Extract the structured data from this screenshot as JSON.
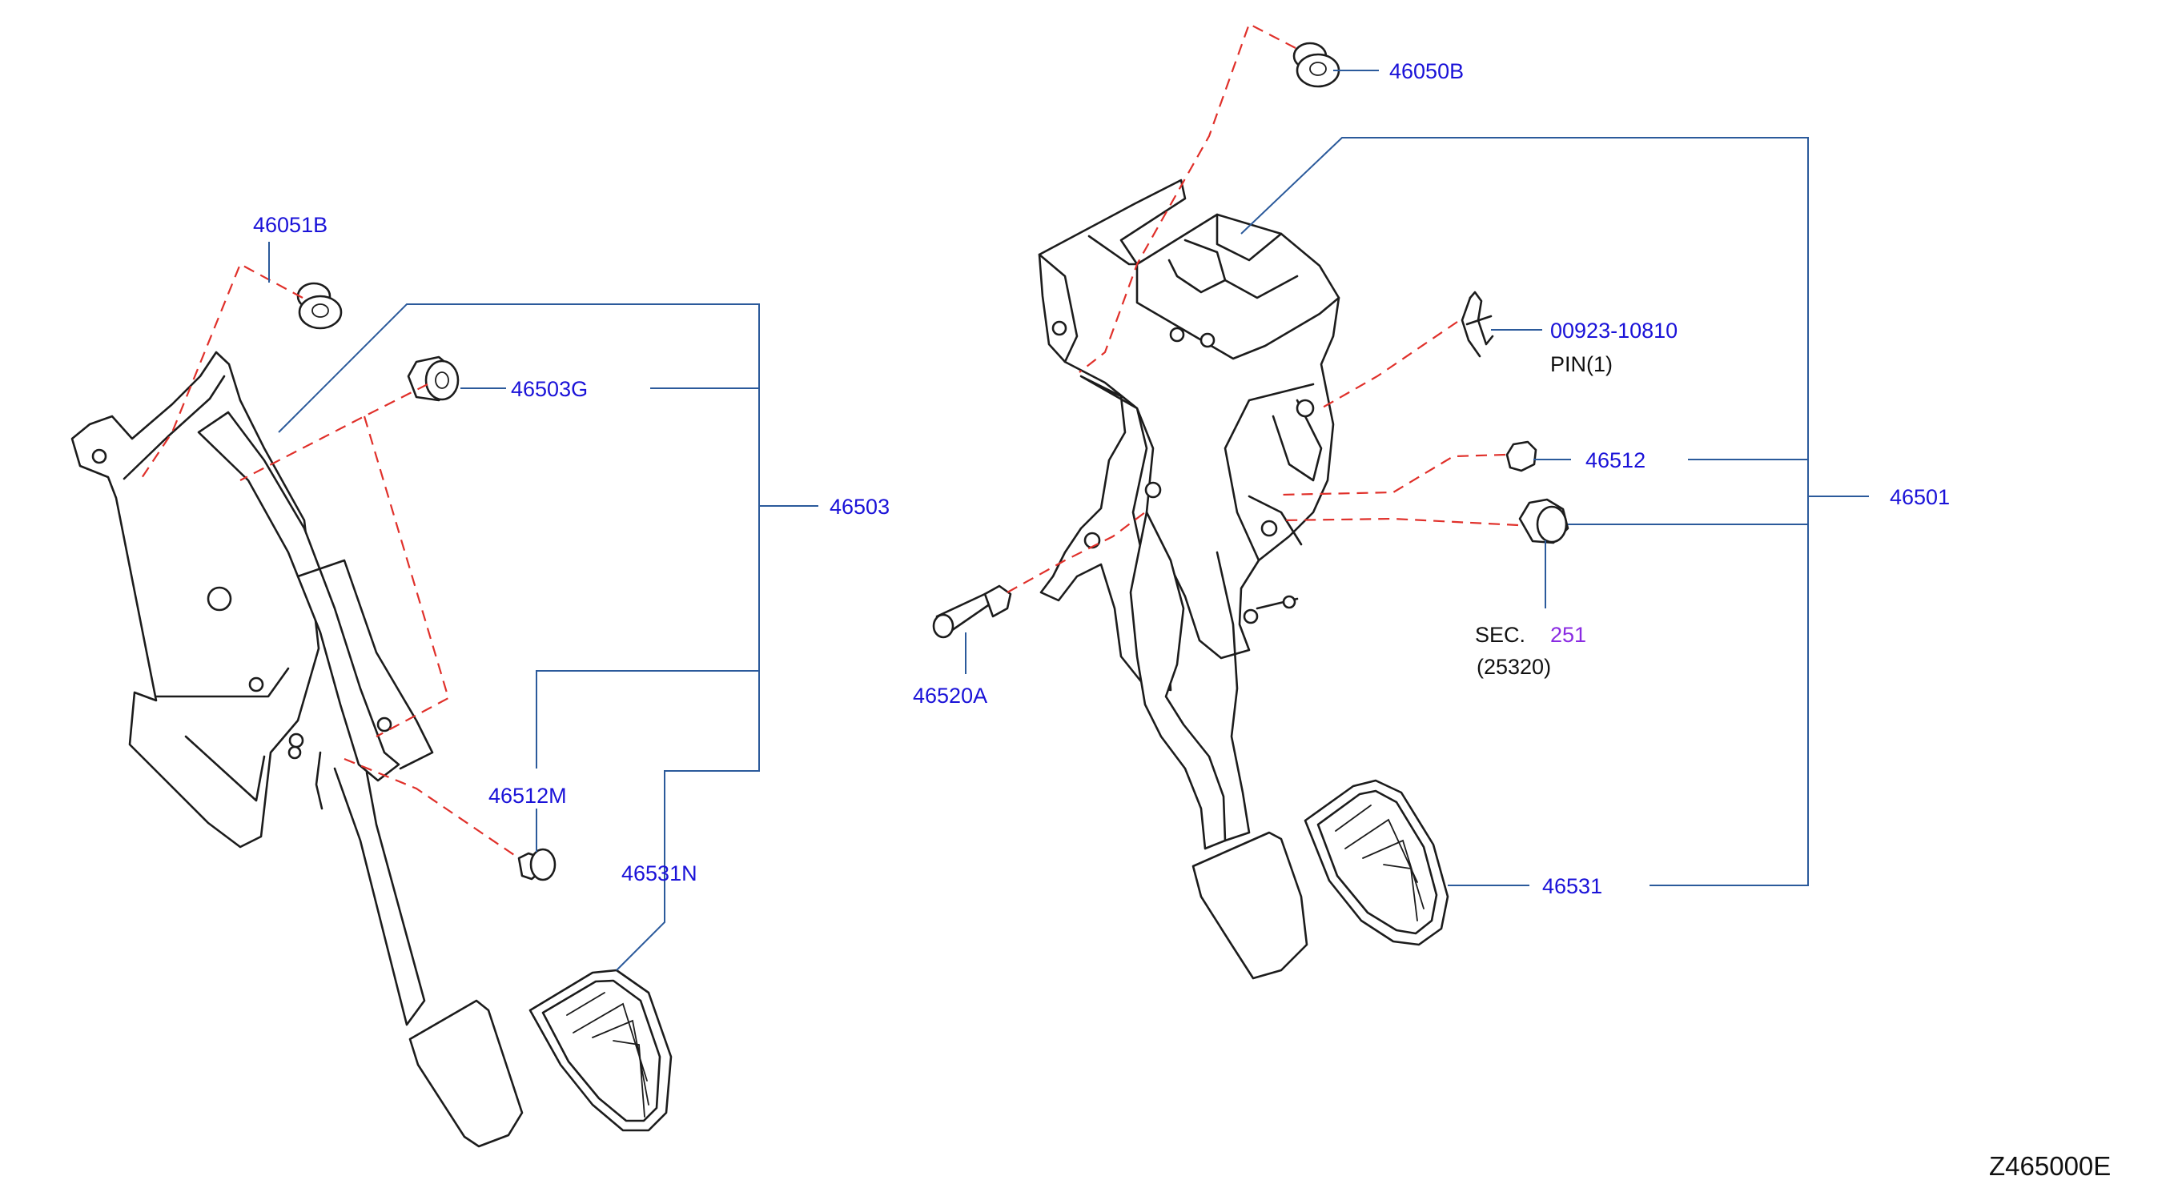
{
  "diagram": {
    "id": "Z465000E",
    "colors": {
      "part_number": "#1a12d8",
      "leader_line": "#2b5a9b",
      "hidden_line": "#e0302a",
      "section_ref": "#8a2be2",
      "line_art": "#1c1c1c"
    },
    "left_assembly": {
      "labels": {
        "nut": "46051B",
        "bushing": "46503G",
        "assembly": "46503",
        "stopper": "46512M",
        "pad": "46531N"
      }
    },
    "right_assembly": {
      "labels": {
        "nut": "46050B",
        "pin_part": "00923-10810",
        "pin_name": "PIN(1)",
        "stopper": "46512",
        "assembly": "46501",
        "sec_prefix": "SEC.",
        "sec_number": "251",
        "sec_sub": "(25320)",
        "clevis_pin": "46520A",
        "pad": "46531"
      }
    }
  }
}
